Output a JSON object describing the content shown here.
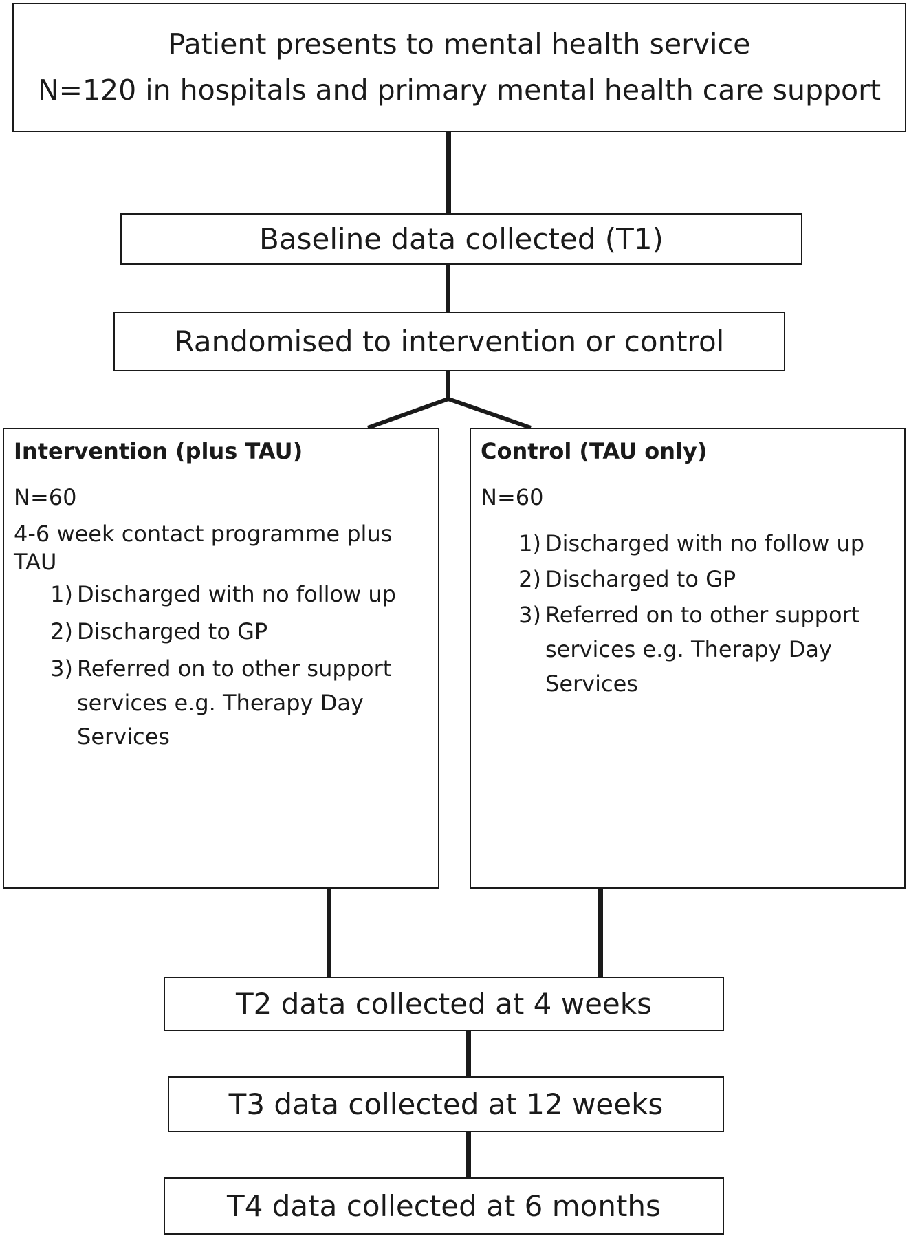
{
  "flowchart": {
    "patient": {
      "line1": "Patient presents to mental health service",
      "line2": "N=120 in hospitals and primary mental health care support"
    },
    "baseline": "Baseline data collected (T1)",
    "randomised": "Randomised to intervention or control",
    "intervention": {
      "title": "Intervention (plus TAU)",
      "n": "N=60",
      "description": "4-6 week contact programme plus TAU",
      "items": [
        {
          "num": "1)",
          "text": "Discharged with no follow up"
        },
        {
          "num": "2)",
          "text": "Discharged to GP"
        },
        {
          "num": "3)",
          "text": "Referred on to other support services e.g. Therapy Day Services"
        }
      ]
    },
    "control": {
      "title": "Control (TAU only)",
      "n": "N=60",
      "items": [
        {
          "num": "1)",
          "text": "Discharged with no follow up"
        },
        {
          "num": "2)",
          "text": "Discharged to GP"
        },
        {
          "num": "3)",
          "text": "Referred on to other support services e.g. Therapy Day Services"
        }
      ]
    },
    "t2": "T2 data collected at 4 weeks",
    "t3": "T3 data collected at 12 weeks",
    "t4": "T4 data collected at 6 months"
  }
}
